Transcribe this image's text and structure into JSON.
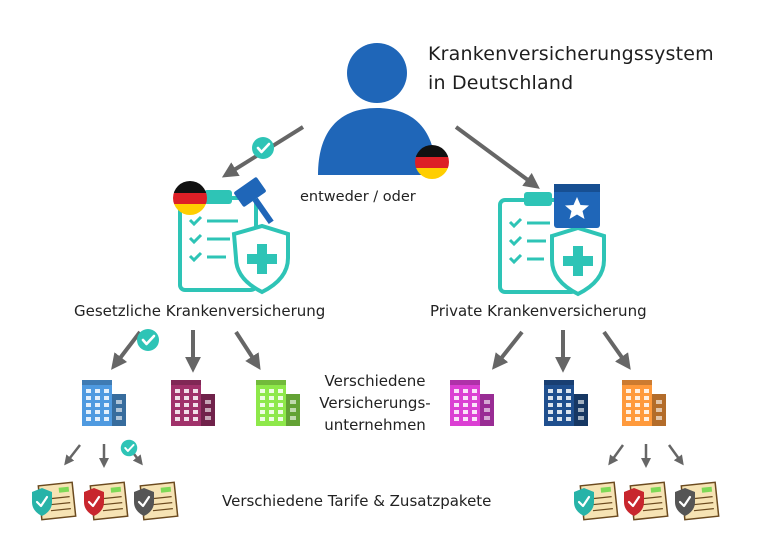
{
  "title_line1": "Krankenversicherungssystem",
  "title_line2": "in Deutschland",
  "choice_label": "entweder / oder",
  "left_branch": {
    "label": "Gesetzliche Krankenversicherung",
    "companies": [
      {
        "color": "#4f9ae0",
        "checked": true
      },
      {
        "color": "#a0316a",
        "checked": false
      },
      {
        "color": "#8ee84a",
        "checked": false
      }
    ],
    "tariffs": [
      {
        "shield": "#27b3a8",
        "checked": true
      },
      {
        "shield": "#c8262d",
        "checked": false
      },
      {
        "shield": "#555555",
        "checked": false
      }
    ]
  },
  "right_branch": {
    "label": "Private Krankenversicherung",
    "companies": [
      {
        "color": "#db3fd3",
        "checked": false
      },
      {
        "color": "#1f4f8e",
        "checked": false
      },
      {
        "color": "#ff9a3c",
        "checked": false
      }
    ],
    "tariffs": [
      {
        "shield": "#27b3a8",
        "checked": false
      },
      {
        "shield": "#c8262d",
        "checked": false
      },
      {
        "shield": "#555555",
        "checked": false
      }
    ]
  },
  "companies_label_line1": "Verschiedene",
  "companies_label_line2": "Versicherungs-",
  "companies_label_line3": "unternehmen",
  "tariffs_label": "Verschiedene Tarife & Zusatzpakete",
  "colors": {
    "person": "#1f66b8",
    "teal": "#2ec4b6",
    "arrow": "#666666",
    "check": "#2ec4b6",
    "flag_black": "#111111",
    "flag_red": "#dd1f26",
    "flag_gold": "#ffce00"
  },
  "icons": [
    "person-icon",
    "germany-flag-icon",
    "check-icon",
    "clipboard-icon",
    "gavel-icon",
    "star-badge-icon",
    "building-icon",
    "tariff-document-icon"
  ]
}
